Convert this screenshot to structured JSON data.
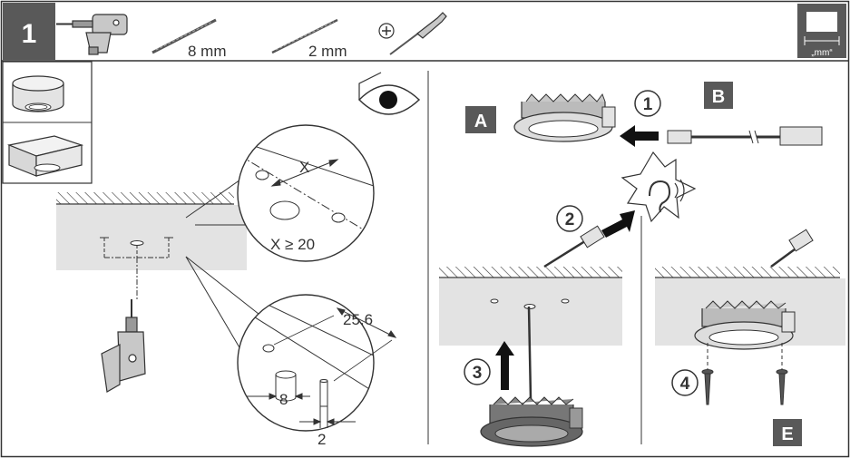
{
  "header": {
    "step_number": "1",
    "drill_bit_1": "8 mm",
    "drill_bit_2": "2 mm",
    "unit_badge": "„mm“"
  },
  "detail_top": {
    "x_label": "X",
    "constraint": "X ≥ 20"
  },
  "detail_bottom": {
    "spacing": "25.6",
    "hole_large": "8",
    "hole_small": "2"
  },
  "labels": {
    "part_a": "A",
    "part_b": "B",
    "part_e": "E",
    "step_1": "1",
    "step_2": "2",
    "step_3": "3",
    "step_4": "4"
  },
  "colors": {
    "badge_dark": "#595959",
    "ceiling": "#e3e3e3",
    "line": "#333333"
  },
  "icons": [
    "drill-icon",
    "drill-bit-icon",
    "screwdriver-icon",
    "eye-icon",
    "ear-icon"
  ]
}
